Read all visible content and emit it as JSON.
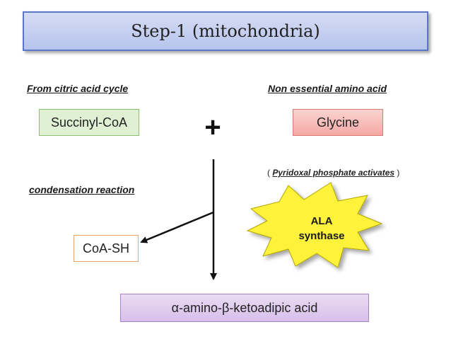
{
  "title": "Step-1 (mitochondria)",
  "left_source_label": "From citric acid cycle",
  "right_source_label": "Non essential amino acid",
  "substrates": {
    "left": "Succinyl-CoA",
    "right": "Glycine",
    "plus": "+"
  },
  "cofactor_note": {
    "open": "( ",
    "text": "Pyridoxal phosphate activates",
    "close": " )"
  },
  "reaction_label": "condensation reaction",
  "enzyme": {
    "line1": "ALA",
    "line2": "synthase"
  },
  "byproduct": "CoA-SH",
  "product": "α-amino-β-ketoadipic acid",
  "colors": {
    "title_bg": "#c6d0f0",
    "succinyl_bg": "#dff1d2",
    "glycine_bg": "#f7b9b6",
    "coash_border": "#e8a56b",
    "product_bg": "#e0cdee",
    "starburst": "#fff23a"
  }
}
